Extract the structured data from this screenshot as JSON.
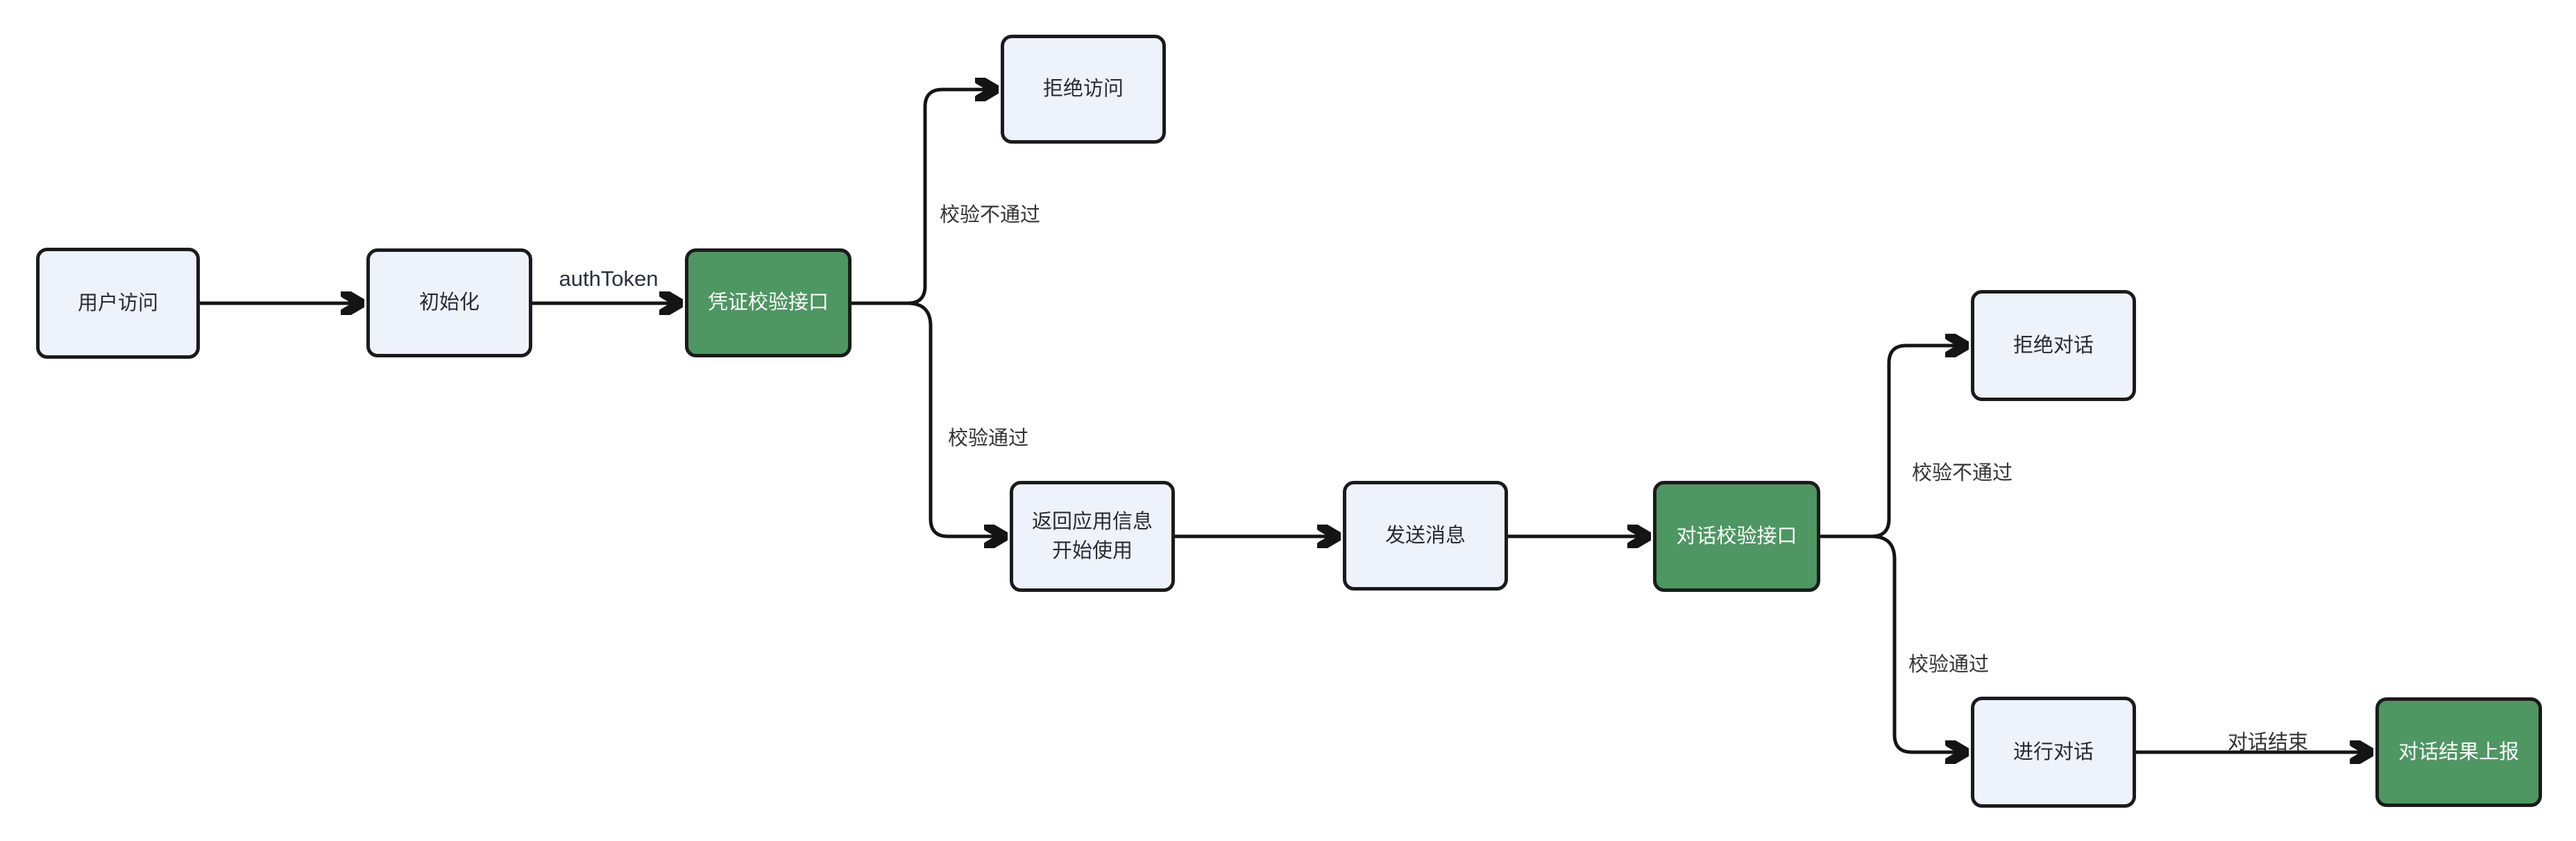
{
  "diagram": {
    "type": "flowchart",
    "background": "#ffffff",
    "colors": {
      "node_fill": "#eef2fb",
      "node_border": "#1b1b1b",
      "node_text": "#262b35",
      "accent_fill": "#4e9662",
      "accent_text": "#ffffff",
      "edge": "#141414",
      "label_text": "#333333"
    },
    "nodes": [
      {
        "id": "user-access",
        "label": "用户访问",
        "style": "default"
      },
      {
        "id": "init",
        "label": "初始化",
        "style": "default"
      },
      {
        "id": "cred-check",
        "label": "凭证校验接口",
        "style": "accent"
      },
      {
        "id": "deny-access",
        "label": "拒绝访问",
        "style": "default"
      },
      {
        "id": "return-info",
        "label": "返回应用信息\n开始使用",
        "style": "default"
      },
      {
        "id": "send-message",
        "label": "发送消息",
        "style": "default"
      },
      {
        "id": "dialog-check",
        "label": "对话校验接口",
        "style": "accent"
      },
      {
        "id": "deny-dialog",
        "label": "拒绝对话",
        "style": "default"
      },
      {
        "id": "do-dialog",
        "label": "进行对话",
        "style": "default"
      },
      {
        "id": "report-result",
        "label": "对话结果上报",
        "style": "accent"
      }
    ],
    "edges": [
      {
        "from": "user-access",
        "to": "init",
        "label": ""
      },
      {
        "from": "init",
        "to": "cred-check",
        "label": "authToken"
      },
      {
        "from": "cred-check",
        "to": "deny-access",
        "label": "校验不通过"
      },
      {
        "from": "cred-check",
        "to": "return-info",
        "label": "校验通过"
      },
      {
        "from": "return-info",
        "to": "send-message",
        "label": ""
      },
      {
        "from": "send-message",
        "to": "dialog-check",
        "label": ""
      },
      {
        "from": "dialog-check",
        "to": "deny-dialog",
        "label": "校验不通过"
      },
      {
        "from": "dialog-check",
        "to": "do-dialog",
        "label": "校验通过"
      },
      {
        "from": "do-dialog",
        "to": "report-result",
        "label": "对话结束"
      }
    ]
  }
}
